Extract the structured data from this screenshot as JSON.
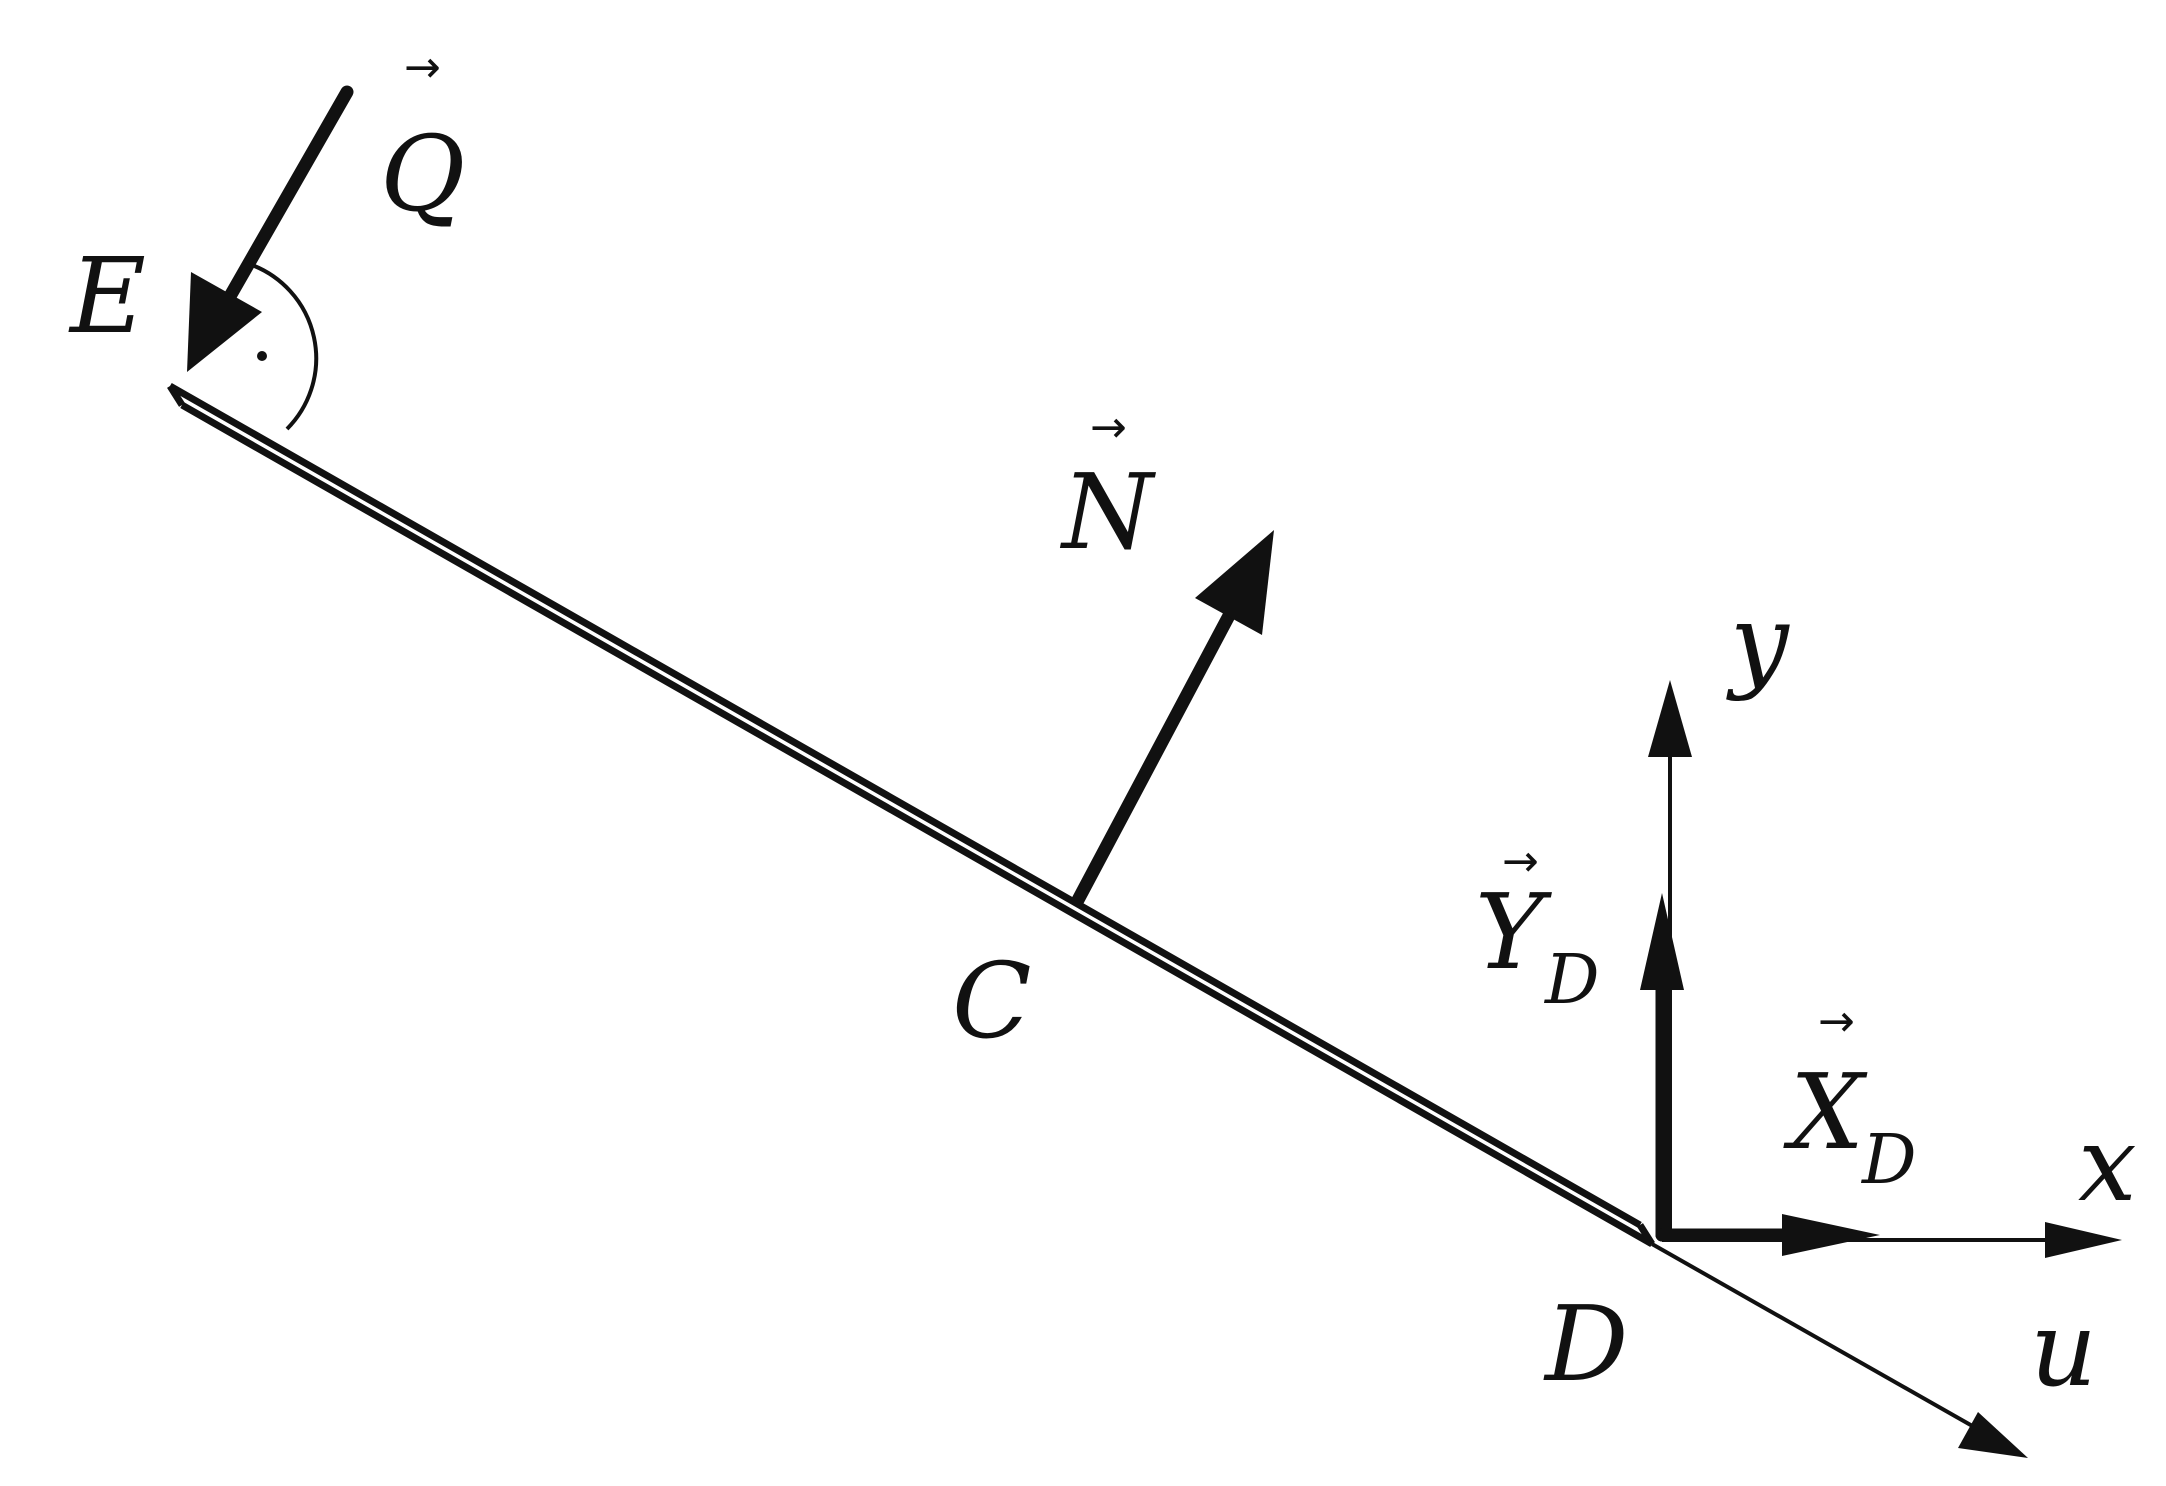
{
  "labels": {
    "E": "E",
    "C": "C",
    "D": "D",
    "Q": "Q",
    "N": "N",
    "Y": "Y",
    "Y_sub": "D",
    "X": "X",
    "X_sub": "D",
    "x_axis": "x",
    "y_axis": "y",
    "u_axis": "u",
    "vector_mark": "→",
    "right_angle_dot": "·"
  },
  "colors": {
    "ink": "#111111",
    "background": "#ffffff"
  }
}
